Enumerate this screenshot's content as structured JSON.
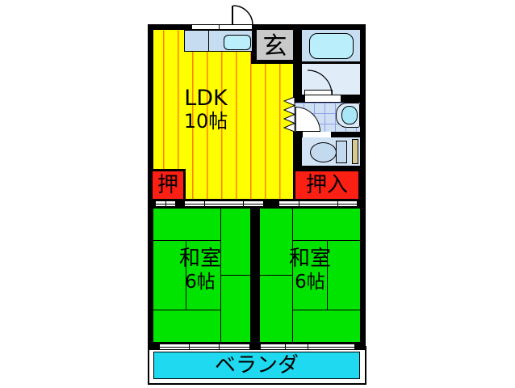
{
  "plan": {
    "title": "apartment-floor-plan",
    "rooms": {
      "ldk": {
        "name": "LDK",
        "size": "10帖"
      },
      "genkan": {
        "name": "玄"
      },
      "closet_small": {
        "name": "押"
      },
      "closet_large": {
        "name": "押入"
      },
      "japanese_room_left": {
        "name": "和室",
        "size": "6帖"
      },
      "japanese_room_right": {
        "name": "和室",
        "size": "6帖"
      },
      "veranda": {
        "name": "ベランダ"
      }
    },
    "fixtures": [
      "kitchen-counter",
      "kitchen-sink-icon",
      "window-icon",
      "entry-door-arc-icon",
      "bathtub-icon",
      "interior-door-arc-icon",
      "folding-door-zigzag-icon",
      "washbasin-icon",
      "toilet-icon",
      "shelf-strip",
      "sliding-door-icon"
    ],
    "colors": {
      "ldk_floor": "#ffff00",
      "ldk_stripe": "#ff8200",
      "tatami_floor": "#00e400",
      "closet": "#fb1f14",
      "veranda": "#1ed9f0",
      "genkan": "#c9c9c9",
      "bath_room": "#c6ddf2",
      "dressing_room": "#e0edf9",
      "washroom": "#cfe0f3",
      "toilet_room": "#d2e3f5",
      "fixture_fill": "#b9eefa",
      "wall": "#000000"
    }
  }
}
